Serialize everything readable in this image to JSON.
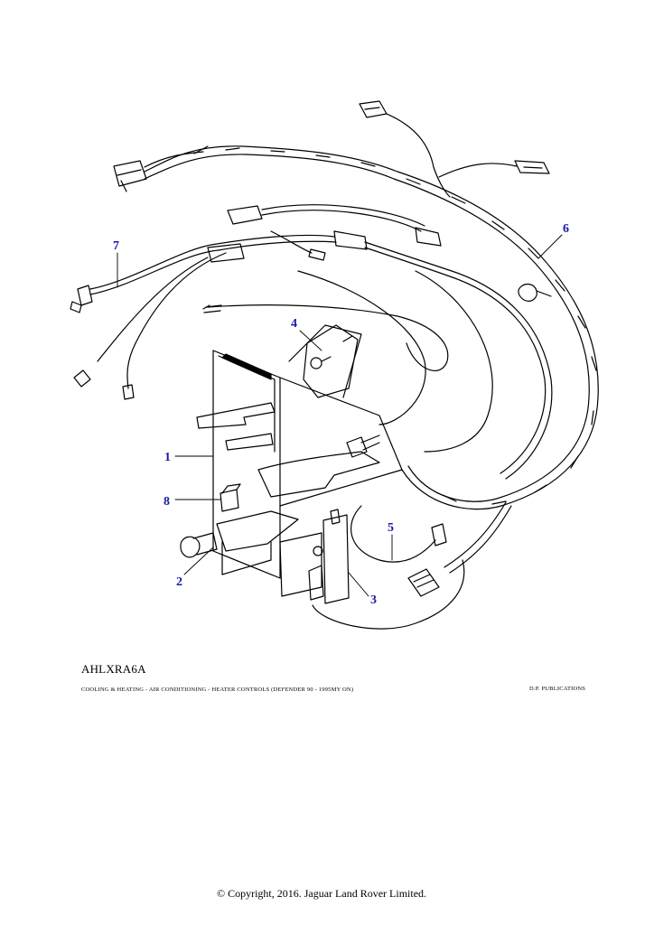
{
  "diagram": {
    "accent_color": "#1a1aa6",
    "line_color": "#000000",
    "callouts": [
      {
        "id": "1",
        "label": "1"
      },
      {
        "id": "2",
        "label": "2"
      },
      {
        "id": "3",
        "label": "3"
      },
      {
        "id": "4",
        "label": "4"
      },
      {
        "id": "5",
        "label": "5"
      },
      {
        "id": "6",
        "label": "6"
      },
      {
        "id": "7",
        "label": "7"
      },
      {
        "id": "8",
        "label": "8"
      }
    ]
  },
  "footer": {
    "ref_code": "AHLXRA6A",
    "caption": "COOLING & HEATING - AIR CONDITIONING - HEATER CONTROLS  (DEFENDER 90 - 1995MY ON)",
    "publisher": "D.P. PUBLICATIONS",
    "copyright": "© Copyright, 2016. Jaguar Land Rover Limited."
  }
}
